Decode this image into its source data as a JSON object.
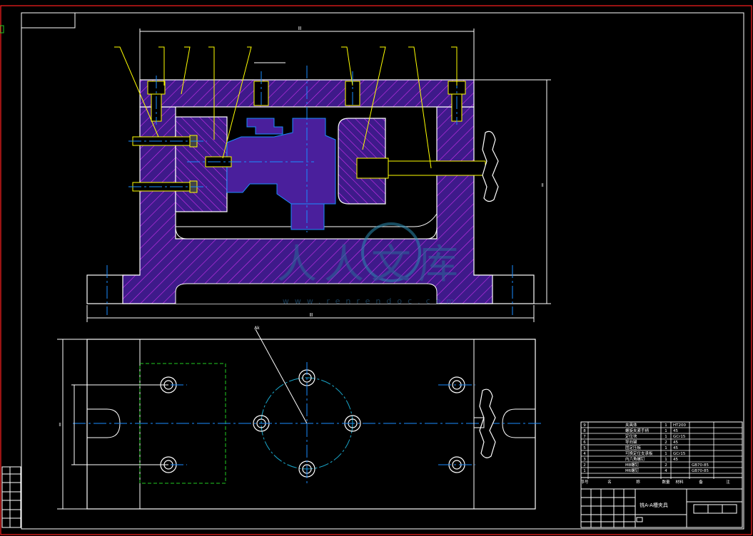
{
  "dimensions": {
    "top_width": "lll",
    "bottom_width": "lll",
    "height": "ll",
    "plan_height": "ll",
    "slot": "ll ll",
    "section_leader": "Ak"
  },
  "watermark": {
    "text": "人人文库",
    "url": "www.renrendoc.com"
  },
  "bom": {
    "rows": [
      {
        "no": "9",
        "name": "夹具体",
        "qty": "1",
        "mat": "HT200",
        "note": ""
      },
      {
        "no": "8",
        "name": "螺旋夹紧手柄",
        "qty": "1",
        "mat": "45",
        "note": ""
      },
      {
        "no": "7",
        "name": "定位块",
        "qty": "1",
        "mat": "GCr15",
        "note": ""
      },
      {
        "no": "6",
        "name": "导向键",
        "qty": "2",
        "mat": "45",
        "note": ""
      },
      {
        "no": "5",
        "name": "固定压板",
        "qty": "1",
        "mat": "45",
        "note": ""
      },
      {
        "no": "4",
        "name": "可换定位支承板",
        "qty": "1",
        "mat": "GCr15",
        "note": ""
      },
      {
        "no": "3",
        "name": "内六角螺钉",
        "qty": "1",
        "mat": "45",
        "note": ""
      },
      {
        "no": "2",
        "name": "M8螺钉",
        "qty": "2",
        "mat": "",
        "note": "GB70-85"
      },
      {
        "no": "1",
        "name": "M6螺钉",
        "qty": "4",
        "mat": "",
        "note": "GB70-85"
      }
    ],
    "header": [
      "序号",
      "名",
      "称",
      "数量",
      "材料",
      "备",
      "注"
    ]
  },
  "title_block": {
    "drawing_name": "铣A-A槽夹具"
  },
  "colors": {
    "background": "#000000",
    "outline": "#ffffff",
    "hatch": "#c020e0",
    "fill": "#4a1f9c",
    "center": "#1a8cff",
    "leader": "#ffff00",
    "frame": "#ff0000",
    "hidden": "#22cc22"
  }
}
